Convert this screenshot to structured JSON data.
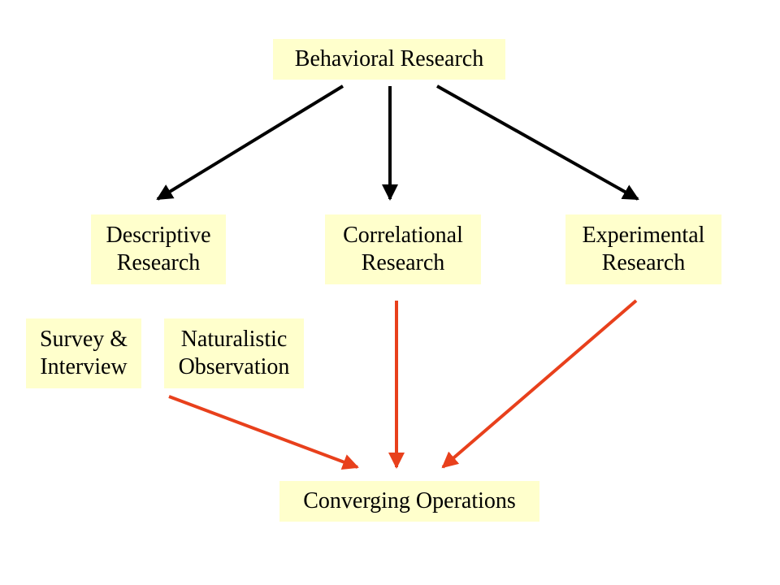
{
  "nodes": {
    "root": {
      "lines": [
        "Behavioral Research"
      ]
    },
    "descriptive": {
      "lines": [
        "Descriptive",
        "Research"
      ]
    },
    "correlational": {
      "lines": [
        "Correlational",
        "Research"
      ]
    },
    "experimental": {
      "lines": [
        "Experimental",
        "Research"
      ]
    },
    "survey": {
      "lines": [
        "Survey &",
        "Interview"
      ]
    },
    "naturalistic": {
      "lines": [
        "Naturalistic",
        "Observation"
      ]
    },
    "converging": {
      "lines": [
        "Converging Operations"
      ]
    }
  },
  "colors": {
    "node_fill": "#ffffcc",
    "hierarchy_arrow": "#000000",
    "converging_arrow": "#e8401c"
  }
}
